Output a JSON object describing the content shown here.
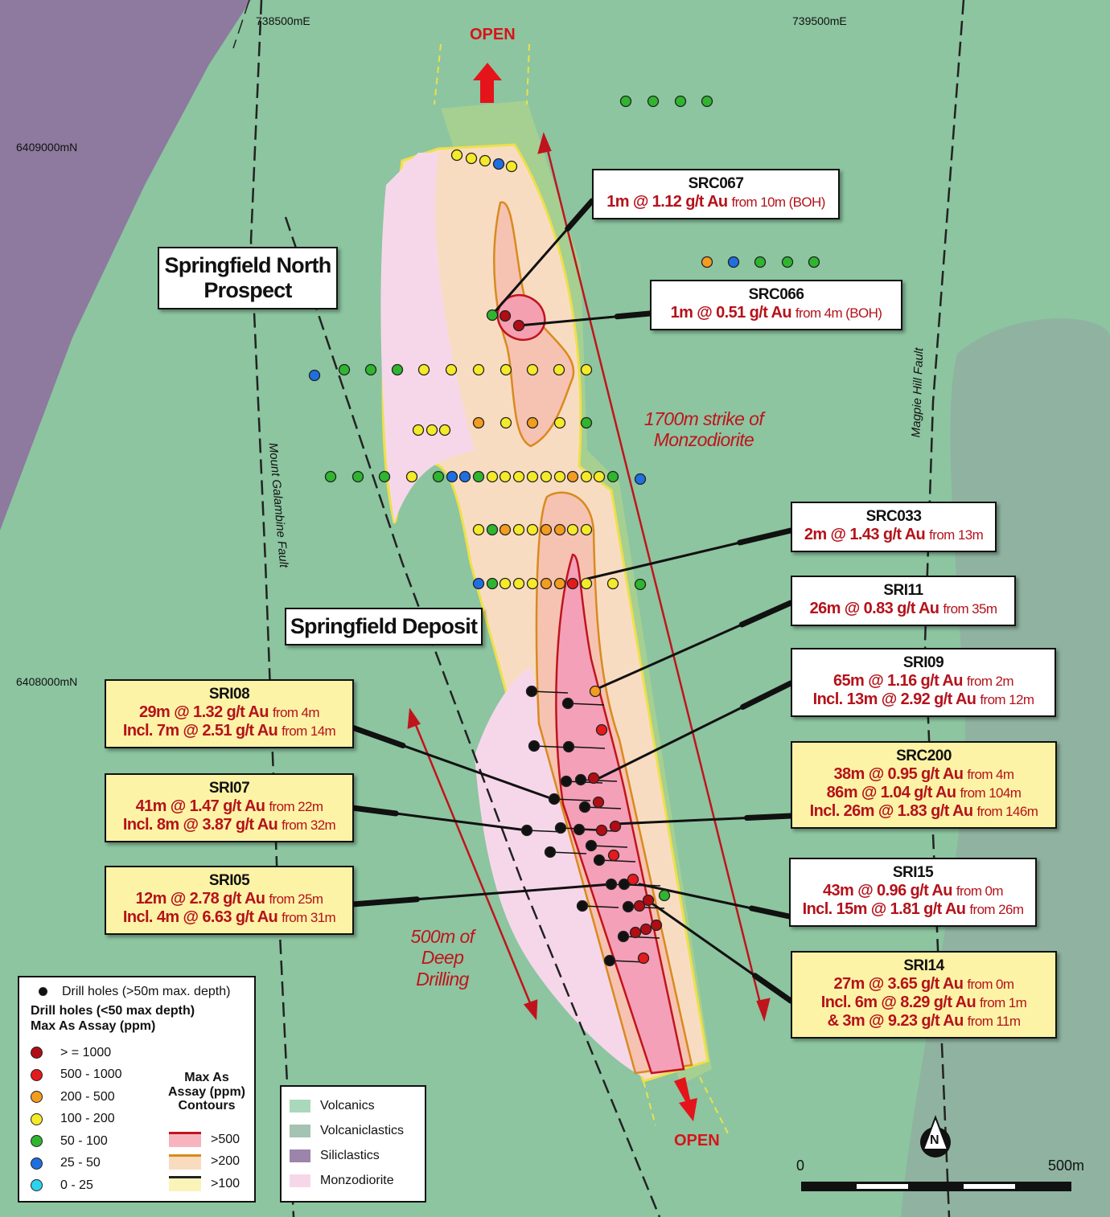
{
  "grid": {
    "e1": "738500mE",
    "e2": "739500mE",
    "n1": "6409000mN",
    "n2": "6408000mN"
  },
  "faults": {
    "west": "Mount Galambine Fault",
    "east": "Magpie Hill Fault"
  },
  "annotations": {
    "open_north": "OPEN",
    "open_south": "OPEN",
    "strike": [
      "1700m strike of",
      "Monzodiorite"
    ],
    "deep": [
      "500m of",
      "Deep",
      "Drilling"
    ]
  },
  "titles": {
    "north": [
      "Springfield North",
      "Prospect"
    ],
    "deposit": "Springfield Deposit"
  },
  "callouts": [
    {
      "id": "SRC067",
      "lines": [
        [
          "1m @ 1.12 g/t Au",
          "from 10m (BOH)"
        ]
      ]
    },
    {
      "id": "SRC066",
      "lines": [
        [
          "1m @ 0.51 g/t Au",
          "from 4m (BOH)"
        ]
      ]
    },
    {
      "id": "SRC033",
      "lines": [
        [
          "2m @ 1.43 g/t Au",
          "from 13m"
        ]
      ]
    },
    {
      "id": "SRI11",
      "lines": [
        [
          "26m @ 0.83 g/t Au",
          "from 35m"
        ]
      ]
    },
    {
      "id": "SRI09",
      "lines": [
        [
          "65m @ 1.16 g/t Au",
          "from 2m"
        ],
        [
          "Incl. 13m @ 2.92 g/t Au",
          "from 12m"
        ]
      ]
    },
    {
      "id": "SRC200",
      "lines": [
        [
          "38m @ 0.95 g/t Au",
          "from 4m"
        ],
        [
          "86m @ 1.04 g/t Au",
          "from 104m"
        ],
        [
          "Incl. 26m @ 1.83 g/t Au",
          "from 146m"
        ]
      ]
    },
    {
      "id": "SRI15",
      "lines": [
        [
          "43m @ 0.96 g/t Au",
          "from 0m"
        ],
        [
          "Incl. 15m @ 1.81 g/t Au",
          "from 26m"
        ]
      ]
    },
    {
      "id": "SRI14",
      "lines": [
        [
          "27m @ 3.65 g/t Au",
          "from 0m"
        ],
        [
          "Incl. 6m @ 8.29 g/t Au",
          "from 1m"
        ],
        [
          "& 3m @ 9.23 g/t Au",
          "from 11m"
        ]
      ]
    },
    {
      "id": "SRI08",
      "lines": [
        [
          "29m @ 1.32 g/t Au",
          "from 4m"
        ],
        [
          "Incl. 7m @ 2.51 g/t Au",
          "from 14m"
        ]
      ]
    },
    {
      "id": "SRI07",
      "lines": [
        [
          "41m @ 1.47 g/t Au",
          "from 22m"
        ],
        [
          "Incl. 8m @ 3.87 g/t Au",
          "from 32m"
        ]
      ]
    },
    {
      "id": "SRI05",
      "lines": [
        [
          "12m @ 2.78 g/t Au",
          "from 25m"
        ],
        [
          "Incl. 4m @ 6.63 g/t Au",
          "from 31m"
        ]
      ]
    }
  ],
  "legend": {
    "deep_holes": "Drill holes (>50m max. depth)",
    "shallow_title": [
      "Drill holes (<50 max depth)",
      "Max As Assay (ppm)"
    ],
    "classes": [
      {
        "label": "> = 1000",
        "color": "#b00d14"
      },
      {
        "label": "500 - 1000",
        "color": "#e41a1c"
      },
      {
        "label": "200 - 500",
        "color": "#f39c1f"
      },
      {
        "label": "100 - 200",
        "color": "#f5ea2a"
      },
      {
        "label": "50 - 100",
        "color": "#2fb52f"
      },
      {
        "label": "25 - 50",
        "color": "#1f6fe0"
      },
      {
        "label": "0 - 25",
        "color": "#2cd3ee"
      }
    ],
    "contour_title": [
      "Max As",
      "Assay (ppm)",
      "Contours"
    ],
    "contours": [
      {
        "label": ">500",
        "line": "#c0141c",
        "fill": "#f7b3be"
      },
      {
        "label": ">200",
        "line": "#d98a1e",
        "fill": "#f9dcc0"
      },
      {
        "label": ">100",
        "line": "#222",
        "fill": "#fbf4b8"
      }
    ],
    "geology": [
      {
        "label": "Volcanics",
        "color": "#a9d8bb"
      },
      {
        "label": "Volcaniclastics",
        "color": "#a4c3b2"
      },
      {
        "label": "Siliclastics",
        "color": "#9c84ab"
      },
      {
        "label": "Monzodiorite",
        "color": "#f6d7ea"
      }
    ]
  },
  "scale": {
    "start": "0",
    "end": "500m"
  },
  "north": "N"
}
